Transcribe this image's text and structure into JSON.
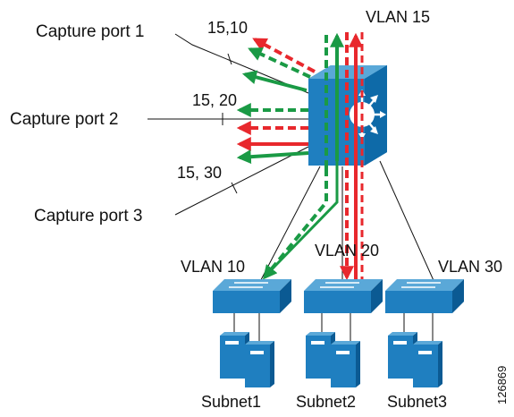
{
  "diagram": {
    "labels": {
      "capture_port_1": "Capture port 1",
      "capture_port_2": "Capture port 2",
      "capture_port_3": "Capture port 3",
      "port1_vlans": "15,10",
      "port2_vlans": "15, 20",
      "port3_vlans": "15, 30",
      "vlan15": "VLAN 15",
      "vlan10": "VLAN 10",
      "vlan20": "VLAN 20",
      "vlan30": "VLAN 30",
      "subnet1": "Subnet1",
      "subnet2": "Subnet2",
      "subnet3": "Subnet3",
      "figure_id": "126869"
    },
    "icons": [
      "multilayer-switch-icon",
      "workgroup-switch-icon",
      "server-icon"
    ],
    "colors": {
      "device_blue": "#1f7fc0",
      "device_dark": "#0b5a93",
      "green_flow": "#1a9a45",
      "red_flow": "#e8282d"
    }
  }
}
